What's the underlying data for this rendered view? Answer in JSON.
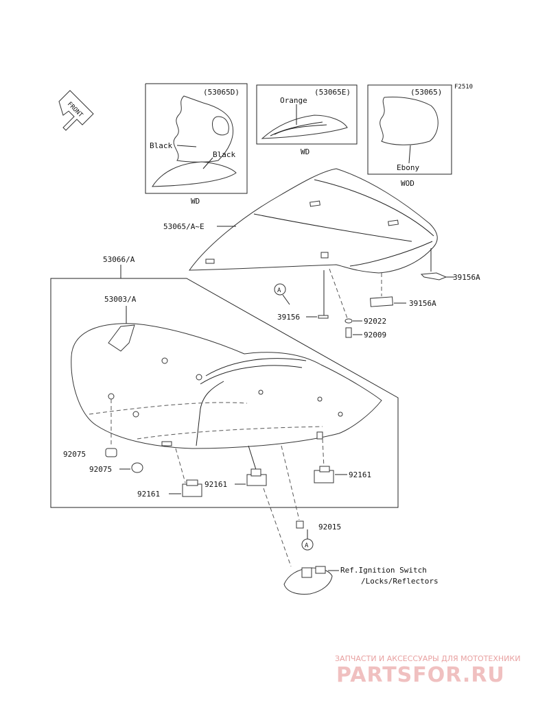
{
  "figure_code": "F2510",
  "front_marker": "FRONT",
  "variants": [
    {
      "code": "(53065D)",
      "colors": [
        "Black",
        "Black"
      ],
      "note": "WD"
    },
    {
      "code": "(53065E)",
      "colors": [
        "Orange"
      ],
      "note": "WD"
    },
    {
      "code": "(53065)",
      "colors": [
        "Ebony"
      ],
      "note": "WOD"
    }
  ],
  "parts": {
    "seat_cover": "53065/A~E",
    "seat_assy": "53066/A",
    "seat_pan": "53003/A",
    "pad_right": "39156A",
    "pad_rear": "39156A",
    "stay": "39156",
    "washer": "92022",
    "bolt": "92009",
    "damper_a": "92075",
    "damper_b": "92075",
    "cushion_left": "92161",
    "cushion_center": "92161",
    "cushion_right": "92161",
    "collar": "92015"
  },
  "ref_marker": "A",
  "ref_note_line1": "Ref.Ignition Switch",
  "ref_note_line2": "/Locks/Reflectors",
  "watermark_top": "ЗАПЧАСТИ И АКСЕССУАРЫ ДЛЯ МОТОТЕХНИКИ",
  "watermark_brand": "PARTSFOR.RU"
}
